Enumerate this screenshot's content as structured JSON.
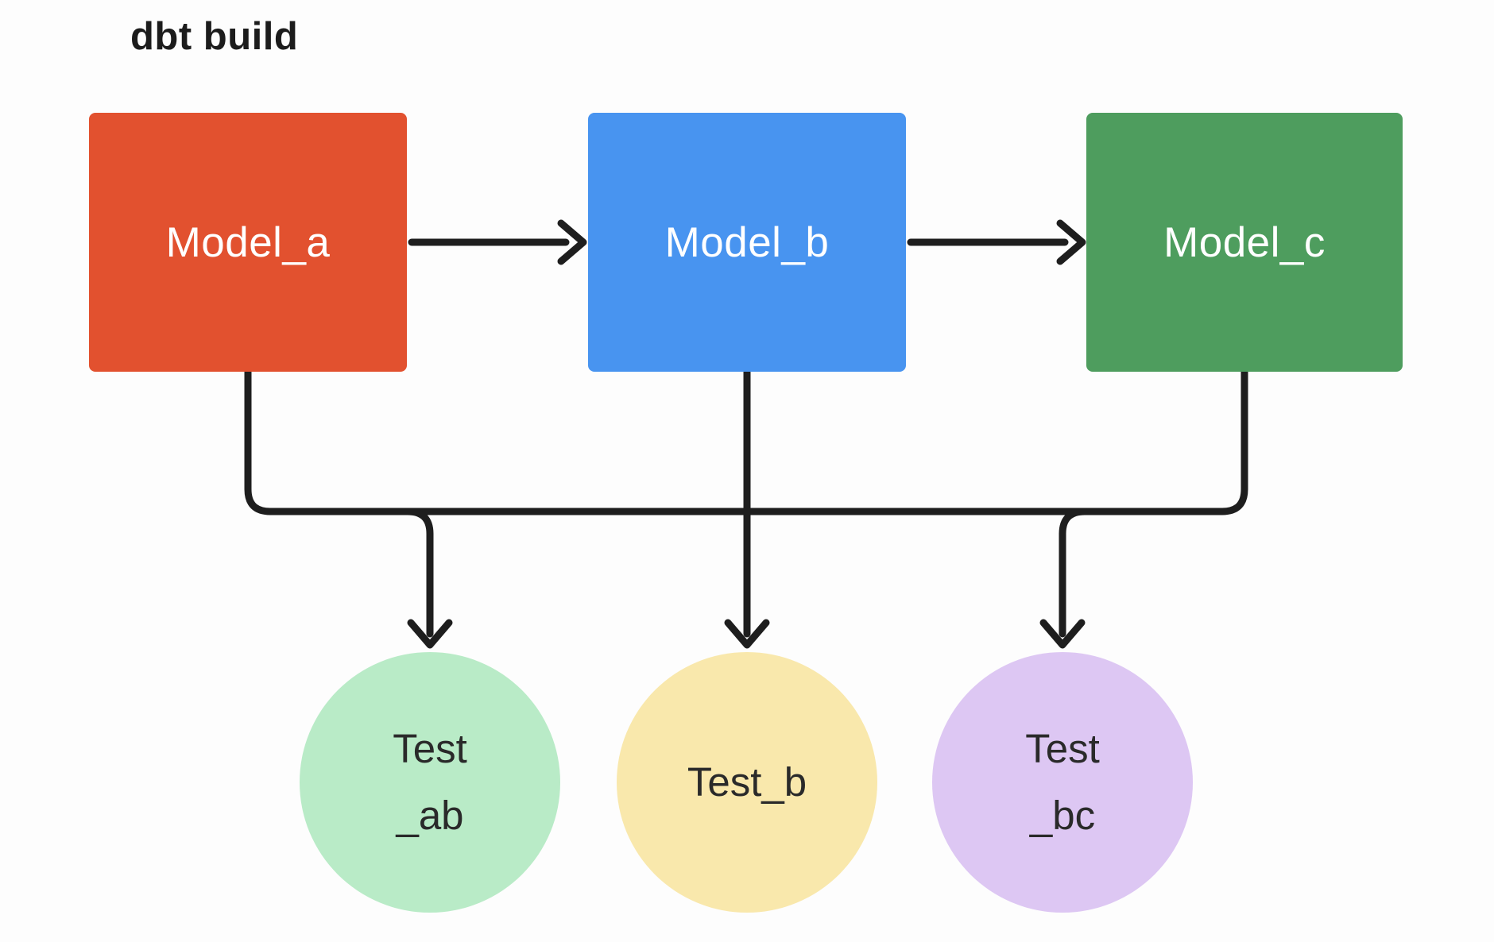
{
  "diagram": {
    "title": "dbt build",
    "line_color": "#1e1e1e",
    "models": [
      {
        "id": "model_a",
        "label": "Model_a",
        "color": "#E2512F",
        "text_color": "#ffffff"
      },
      {
        "id": "model_b",
        "label": "Model_b",
        "color": "#4894F0",
        "text_color": "#ffffff"
      },
      {
        "id": "model_c",
        "label": "Model_c",
        "color": "#4E9D5E",
        "text_color": "#ffffff"
      }
    ],
    "tests": [
      {
        "id": "test_ab",
        "line1": "Test",
        "line2": "_ab",
        "color": "#B9EBC7"
      },
      {
        "id": "test_b",
        "line1": "Test_b",
        "line2": "",
        "color": "#F9E8AC"
      },
      {
        "id": "test_bc",
        "line1": "Test",
        "line2": "_bc",
        "color": "#DDC7F3"
      }
    ],
    "edges": [
      "Model_a -> Model_b",
      "Model_b -> Model_c",
      "Model_a -> Test_ab",
      "Model_b -> Test_ab",
      "Model_b -> Test_b",
      "Model_b -> Test_bc",
      "Model_c -> Test_bc"
    ]
  }
}
